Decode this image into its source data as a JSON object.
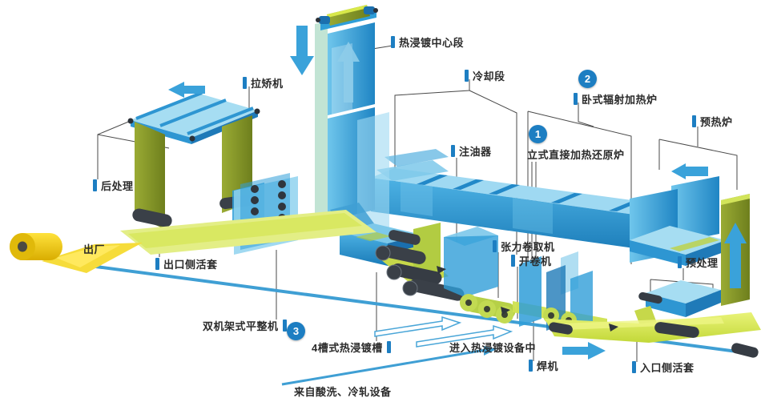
{
  "labels": {
    "center_section": "热浸镀中心段",
    "cooling_section": "冷却段",
    "tension_leveler": "拉矫机",
    "horizontal_furnace": "卧式辐射加热炉",
    "vertical_furnace": "立式直接加热还原炉",
    "preheat_furnace": "预热炉",
    "oiler": "注油器",
    "post_treatment": "后处理",
    "exit": "出厂",
    "exit_looper": "出口侧活套",
    "tension_coiler": "张力卷取机",
    "uncoiler": "开卷机",
    "pre_treatment": "预处理",
    "temper_mill": "双机架式平整机",
    "zinc_pot": "4槽式热浸镀槽",
    "entering": "进入热浸镀设备中",
    "welder": "焊机",
    "entry_looper": "入口侧活套",
    "from_pickling": "来自酸洗、冷轧设备"
  },
  "badges": {
    "one": "1",
    "two": "2",
    "three": "3"
  },
  "colors": {
    "tick_blue": "#1d7ec2",
    "badge_blue": "#1d7ec2",
    "text": "#2b2b2b",
    "machine_blue": "#2f9ed8",
    "machine_blue_dark": "#1a6fae",
    "machine_blue_light": "#a6ddf2",
    "olive_green": "#8a9c2e",
    "strip_green": "#d3e356",
    "coil_yellow": "#f2cf0e",
    "roller_gray": "#3a4048",
    "arrow_blue": "#3aa2da"
  }
}
